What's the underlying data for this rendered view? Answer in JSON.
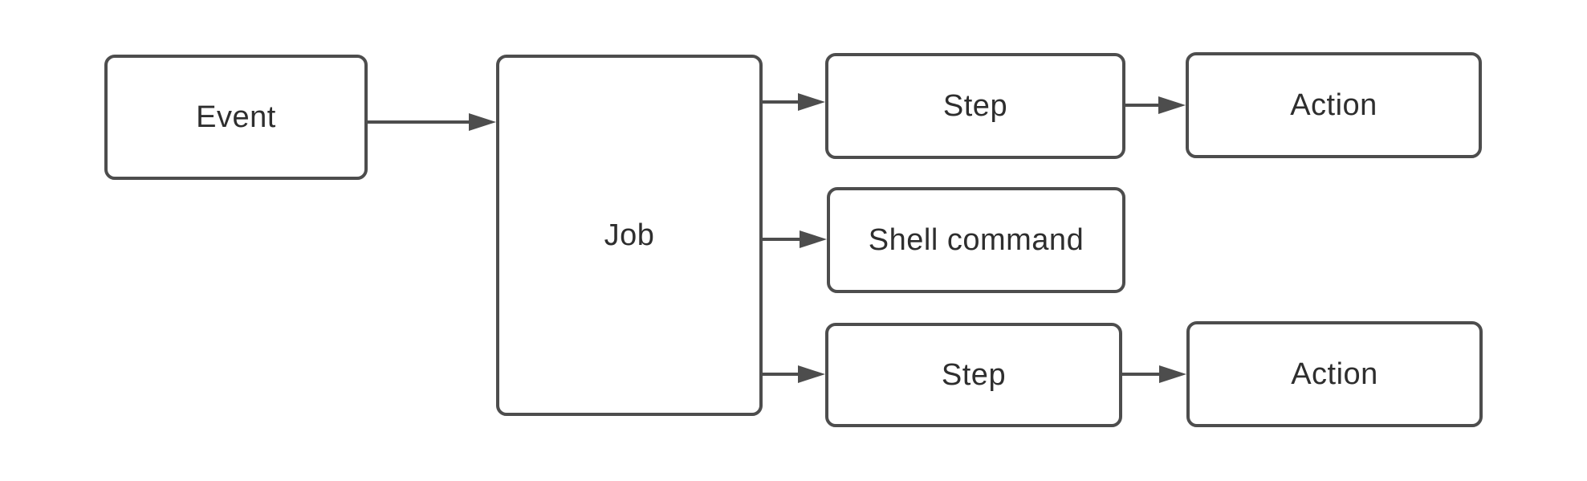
{
  "diagram": {
    "background_color": "#ffffff",
    "node_fill_color": "#ffffff",
    "node_border_color": "#4d4d4d",
    "arrow_color": "#4d4d4d",
    "text_color": "#2e2e2e",
    "nodes": [
      {
        "id": "event",
        "label": "Event"
      },
      {
        "id": "job",
        "label": "Job"
      },
      {
        "id": "step-top",
        "label": "Step"
      },
      {
        "id": "action-top",
        "label": "Action"
      },
      {
        "id": "shell-command",
        "label": "Shell command"
      },
      {
        "id": "step-bottom",
        "label": "Step"
      },
      {
        "id": "action-bottom",
        "label": "Action"
      }
    ],
    "edges": [
      {
        "from": "event",
        "to": "job"
      },
      {
        "from": "job",
        "to": "step-top"
      },
      {
        "from": "step-top",
        "to": "action-top"
      },
      {
        "from": "job",
        "to": "shell-command"
      },
      {
        "from": "job",
        "to": "step-bottom"
      },
      {
        "from": "step-bottom",
        "to": "action-bottom"
      }
    ]
  }
}
